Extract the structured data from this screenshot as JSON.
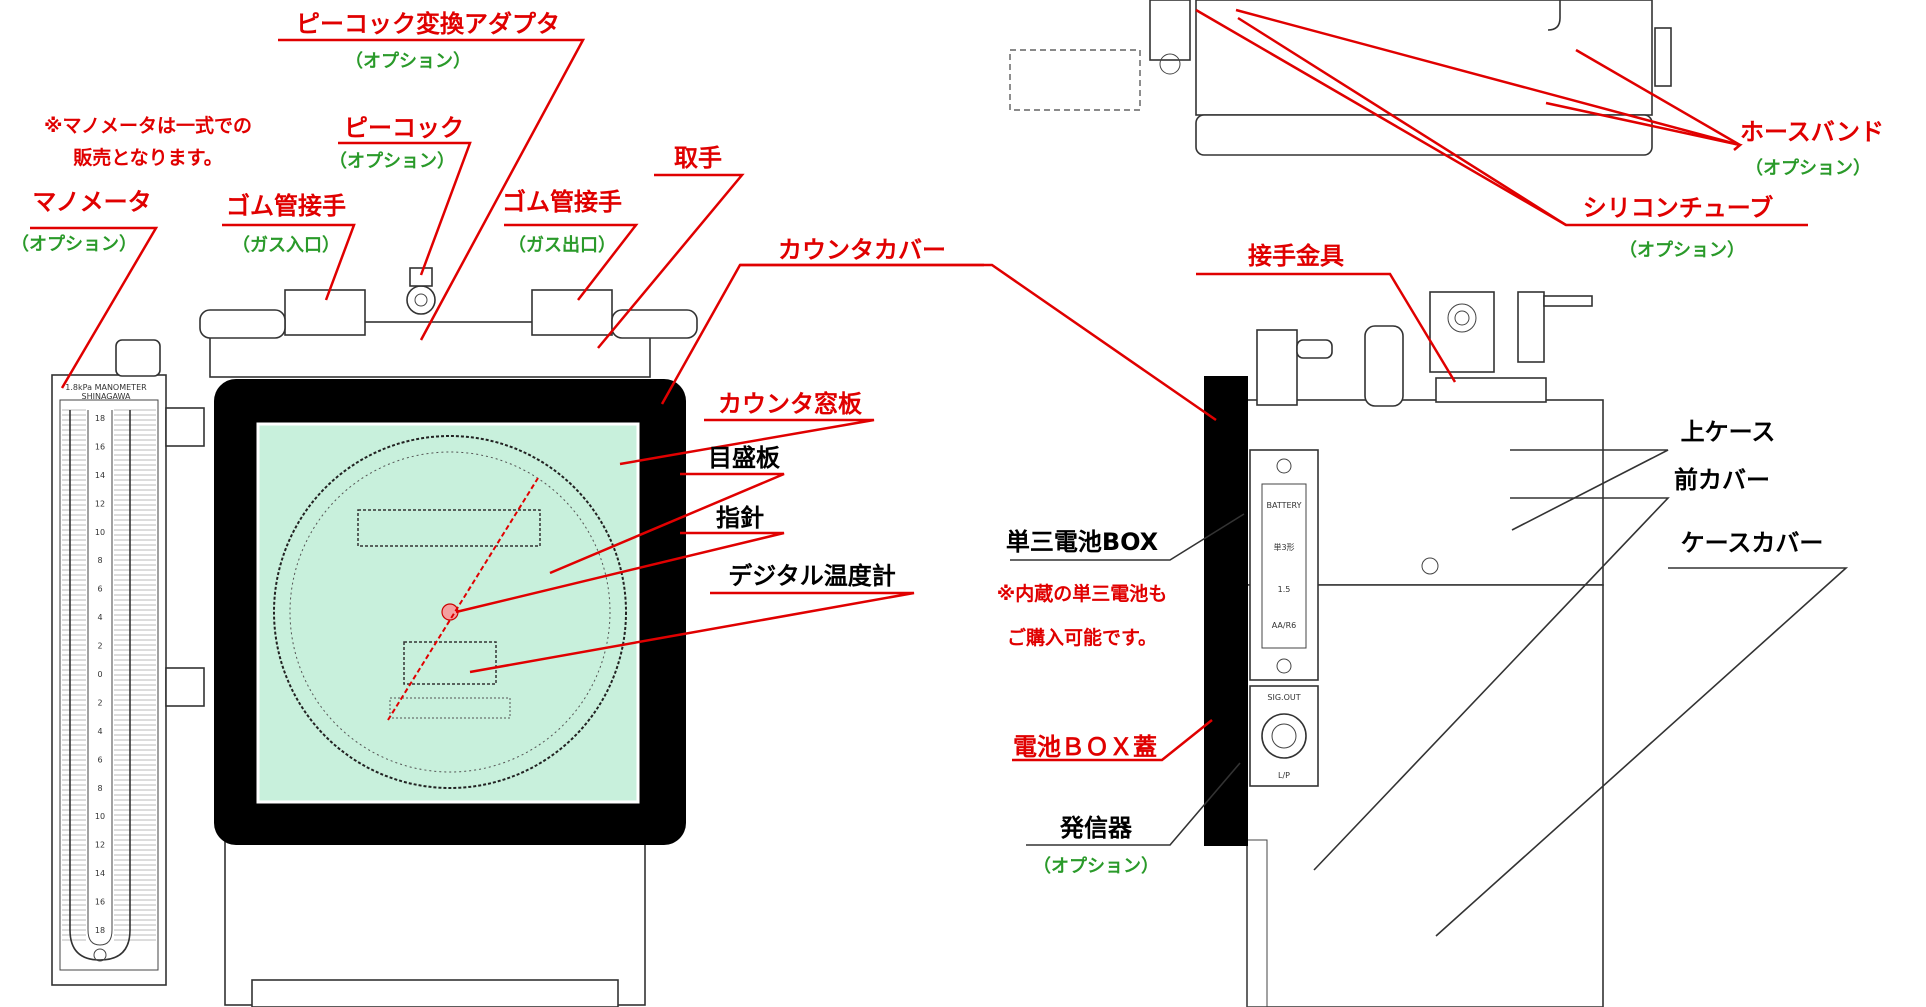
{
  "labels": {
    "peacock_adapter": "ピーコック変換アダプタ",
    "peacock_adapter_opt": "（オプション）",
    "peacock": "ピーコック",
    "peacock_opt": "（オプション）",
    "manometer_note_1": "※マノメータは一式での",
    "manometer_note_2": "販売となります。",
    "manometer": "マノメータ",
    "manometer_opt": "（オプション）",
    "rubber_joint_in": "ゴム管接手",
    "rubber_joint_in_sub": "（ガス入口）",
    "rubber_joint_out": "ゴム管接手",
    "rubber_joint_out_sub": "（ガス出口）",
    "handle": "取手",
    "counter_cover": "カウンタカバー",
    "counter_window": "カウンタ窓板",
    "dial": "目盛板",
    "pointer": "指針",
    "digital_thermo": "デジタル温度計",
    "hose_band": "ホースバンド",
    "hose_band_opt": "（オプション）",
    "silicon_tube": "シリコンチューブ",
    "silicon_tube_opt": "（オプション）",
    "joint_fitting": "接手金具",
    "upper_case": "上ケース",
    "front_cover": "前カバー",
    "case_cover": "ケースカバー",
    "battery_box": "単三電池BOX",
    "battery_note_1": "※内蔵の単三電池も",
    "battery_note_2": "ご購入可能です。",
    "battery_lid": "電池ＢＯＸ蓋",
    "transmitter": "発信器",
    "transmitter_opt": "（オプション）"
  },
  "device_text": {
    "manometer_title_1": "1.8kPa MANOMETER",
    "manometer_title_2": "SHINAGAWA",
    "manometer_scale": [
      "18",
      "16",
      "14",
      "12",
      "10",
      "8",
      "6",
      "4",
      "2",
      "0",
      "2",
      "4",
      "6",
      "8",
      "10",
      "12",
      "14",
      "16",
      "18"
    ],
    "battery_panel": [
      "BATTERY",
      "単3形",
      "1.5",
      "AA/R6"
    ],
    "sig_out": "SIG.OUT",
    "lp": "L/P"
  },
  "colors": {
    "label_red": "#e00000",
    "option_green": "#2a9a2a",
    "dial_bg": "#c8f0dc",
    "cover_black": "#000000"
  }
}
